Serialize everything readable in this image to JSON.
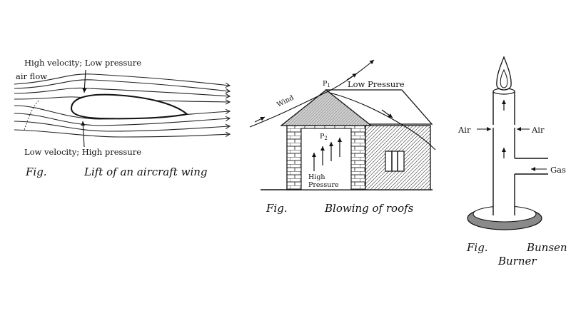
{
  "wing": {
    "top_label": "High velocity; Low pressure",
    "flow_label": "air flow",
    "bottom_label": "Low velocity; High pressure",
    "fig_label": "Fig.",
    "caption": "Lift of an aircraft wing"
  },
  "roof": {
    "wind_label": "Wind",
    "p1_label": "P",
    "p1_sub": "1",
    "low_label": "Low Pressure",
    "p2_label": "P",
    "p2_sub": "2",
    "high_label_1": "High",
    "high_label_2": "Pressure",
    "fig_label": "Fig.",
    "caption": "Blowing of roofs"
  },
  "burner": {
    "air_left": "Air",
    "air_right": "Air",
    "gas_label": "Gas",
    "fig_label": "Fig.",
    "caption_1": "Bunsen",
    "caption_2": "Burner"
  }
}
